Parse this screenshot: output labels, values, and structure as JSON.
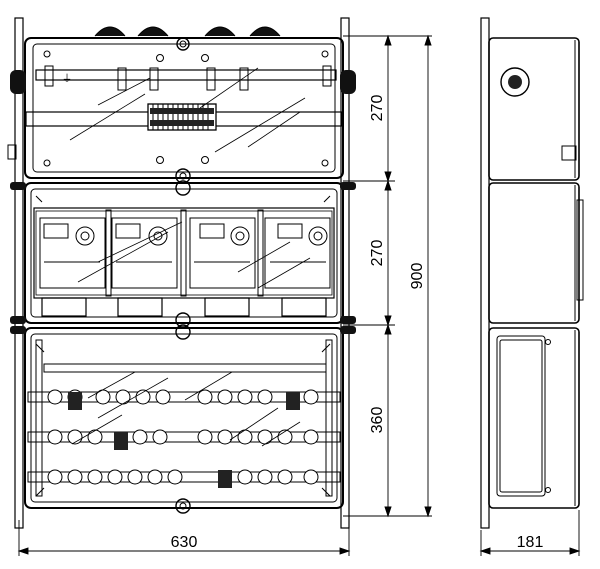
{
  "dimensions": {
    "total_width": "630",
    "section_top": "270",
    "section_middle": "270",
    "section_bottom": "360",
    "total_height": "900",
    "depth": "181"
  },
  "symbols": {
    "earth": "⏚"
  }
}
